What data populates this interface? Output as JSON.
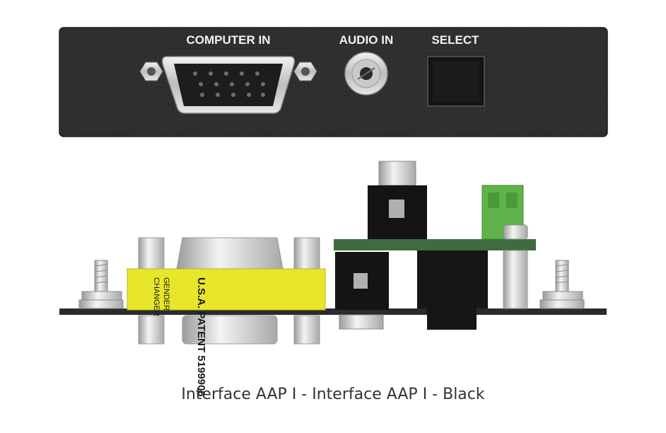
{
  "panel": {
    "labels": {
      "computer_in": "COMPUTER IN",
      "audio_in": "AUDIO IN",
      "select": "SELECT"
    }
  },
  "adapter": {
    "line1": "U.S.A. PATENT  5199906",
    "line2": "GENDER",
    "line3": "CHANGER"
  },
  "caption": "Interface AAP I - Interface AAP I - Black",
  "colors": {
    "panel": "#2c2c2e",
    "label_band": "#e8e62a",
    "pcb": "#3f6b3e",
    "terminal": "#5fb34a"
  }
}
